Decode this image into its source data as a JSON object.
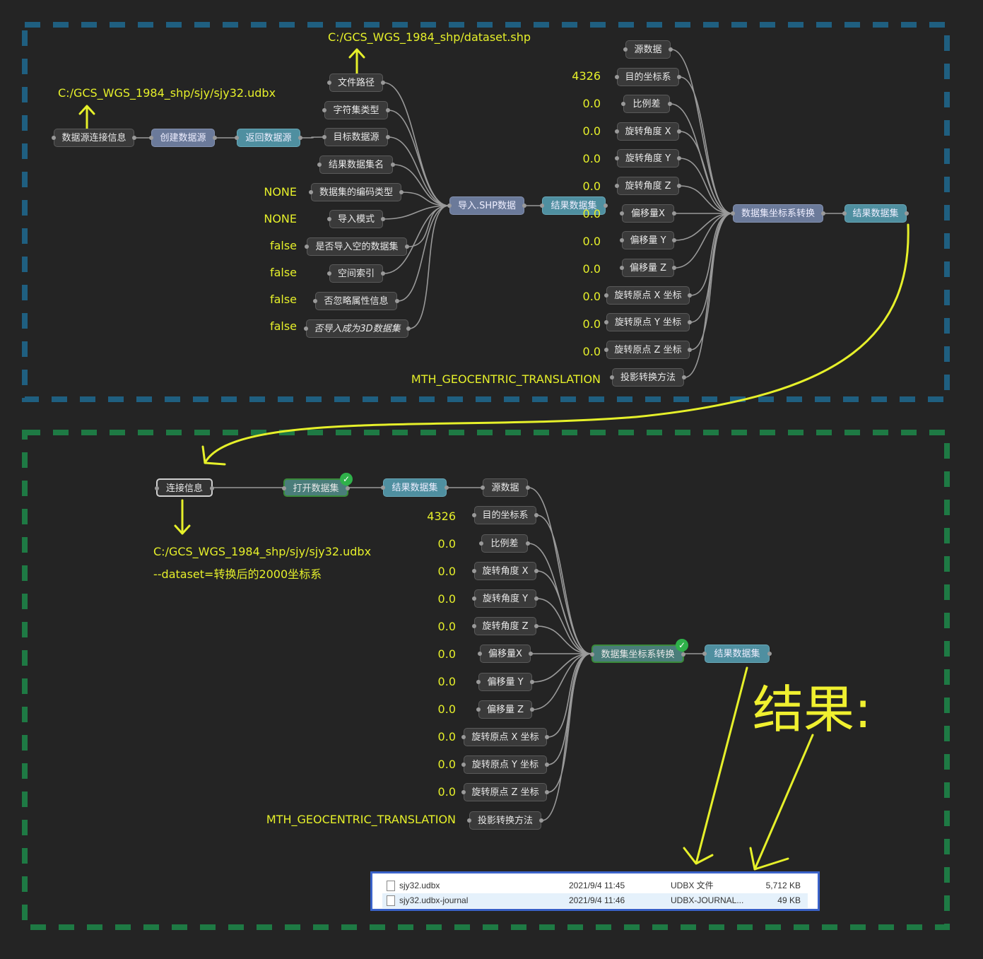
{
  "colors": {
    "annotation": "#e6f02a",
    "frame_top": "#1f5f80",
    "frame_bottom": "#1e7a44"
  },
  "top": {
    "path_datasource": "C:/GCS_WGS_1984_shp/sjy/sjy32.udbx",
    "path_shp": "C:/GCS_WGS_1984_shp/dataset.shp",
    "n_conninfo": "数据源连接信息",
    "n_create": "创建数据源",
    "n_return": "返回数据源",
    "n_filepath": "文件路径",
    "n_charset": "字符集类型",
    "n_target_ds": "目标数据源",
    "n_result_name": "结果数据集名",
    "n_encode": "数据集的编码类型",
    "n_import_mode": "导入模式",
    "n_import_empty": "是否导入空的数据集",
    "n_spatial_index": "空间索引",
    "n_ignore_attr": "否忽略属性信息",
    "n_import_3d": "否导入成为3D数据集",
    "n_import_shp": "导入.SHP数据",
    "n_result": "结果数据集",
    "v_encode": "NONE",
    "v_import_mode": "NONE",
    "v_import_empty": "false",
    "v_spatial_index": "false",
    "v_ignore_attr": "false",
    "v_import_3d": "false"
  },
  "params": {
    "src": "源数据",
    "target_cs": "目的坐标系",
    "scale": "比例差",
    "rot_x": "旋转角度 X",
    "rot_y": "旋转角度 Y",
    "rot_z": "旋转角度 Z",
    "off_x": "偏移量X",
    "off_y": "偏移量 Y",
    "off_z": "偏移量 Z",
    "origin_x": "旋转原点 X 坐标",
    "origin_y": "旋转原点 Y 坐标",
    "origin_z": "旋转原点 Z 坐标",
    "method": "投影转换方法",
    "convert": "数据集坐标系转换",
    "result": "结果数据集",
    "v_cs": "4326",
    "v_zero": "0.0",
    "v_method": "MTH_GEOCENTRIC_TRANSLATION"
  },
  "bottom": {
    "n_conn": "连接信息",
    "n_open": "打开数据集",
    "n_result": "结果数据集",
    "note_path": "C:/GCS_WGS_1984_shp/sjy/sjy32.udbx",
    "note_dataset": "--dataset=转换后的2000坐标系",
    "result_label": "结果:"
  },
  "explorer": {
    "rows": [
      {
        "name": "sjy32.udbx",
        "date": "2021/9/4 11:45",
        "type": "UDBX 文件",
        "size": "5,712 KB"
      },
      {
        "name": "sjy32.udbx-journal",
        "date": "2021/9/4 11:46",
        "type": "UDBX-JOURNAL...",
        "size": "49 KB"
      }
    ]
  }
}
